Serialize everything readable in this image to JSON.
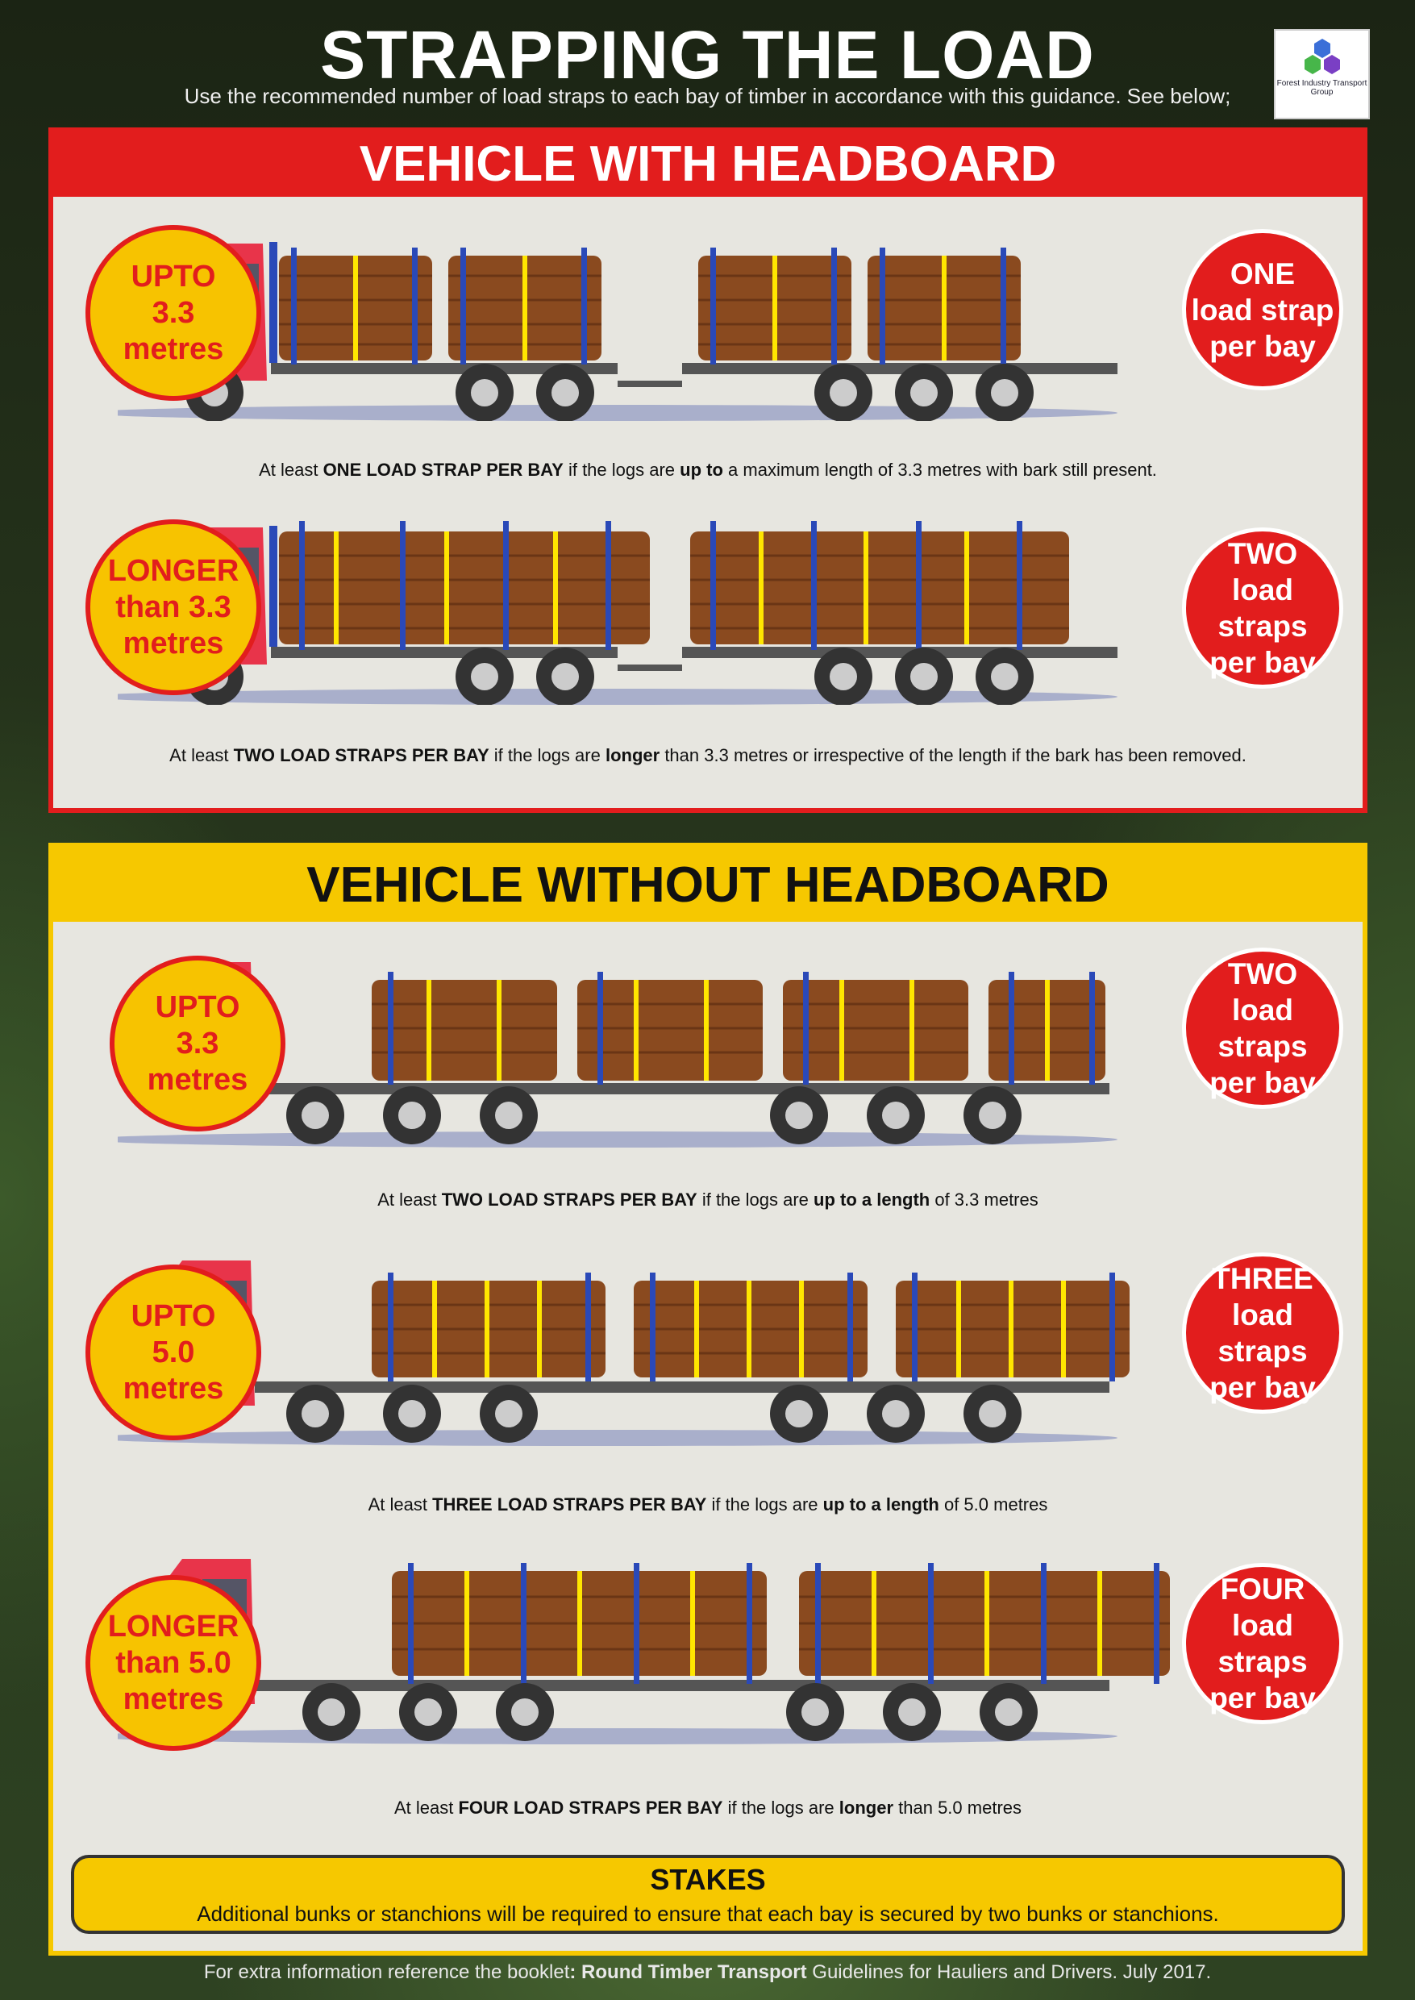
{
  "title": "STRAPPING THE LOAD",
  "subtitle": "Use the recommended number of load straps to each bay of timber in accordance with this guidance. See below;",
  "logo": {
    "text": "Forest Industry Transport Group"
  },
  "section_headboard": {
    "heading": "VEHICLE WITH HEADBOARD",
    "rows": [
      {
        "left": [
          "UPTO",
          "3.3",
          "metres"
        ],
        "right": [
          "ONE",
          "load strap",
          "per bay"
        ],
        "caption_pre": "At least ",
        "caption_b1": "ONE LOAD STRAP PER BAY",
        "caption_mid": " if the logs are ",
        "caption_b2": "up to",
        "caption_post": " a maximum  length of 3.3 metres with bark still present."
      },
      {
        "left": [
          "LONGER",
          "than 3.3",
          "metres"
        ],
        "right": [
          "TWO",
          "load straps",
          "per bay"
        ],
        "caption_pre": "At least ",
        "caption_b1": "TWO LOAD STRAPS PER BAY",
        "caption_mid": " if the logs are ",
        "caption_b2": "longer",
        "caption_post": " than 3.3 metres or irrespective of the length if the bark has been removed."
      }
    ]
  },
  "section_no_headboard": {
    "heading": "VEHICLE WITHOUT HEADBOARD",
    "rows": [
      {
        "left": [
          "UPTO",
          "3.3",
          "metres"
        ],
        "right": [
          "TWO",
          "load straps",
          "per bay"
        ],
        "caption_pre": "At least ",
        "caption_b1": "TWO LOAD STRAPS PER BAY",
        "caption_mid": " if the logs are ",
        "caption_b2": "up to a length",
        "caption_post": " of 3.3 metres"
      },
      {
        "left": [
          "UPTO",
          "5.0",
          "metres"
        ],
        "right": [
          "THREE",
          "load straps",
          "per bay"
        ],
        "caption_pre": "At least ",
        "caption_b1": "THREE LOAD STRAPS PER BAY",
        "caption_mid": " if the logs are ",
        "caption_b2": "up to a length",
        "caption_post": " of 5.0 metres"
      },
      {
        "left": [
          "LONGER",
          "than 5.0",
          "metres"
        ],
        "right": [
          "FOUR",
          "load straps",
          "per bay"
        ],
        "caption_pre": "At least ",
        "caption_b1": "FOUR LOAD STRAPS PER BAY",
        "caption_mid": " if the logs are ",
        "caption_b2": "longer",
        "caption_post": " than 5.0 metres"
      }
    ]
  },
  "stakes": {
    "title": "STAKES",
    "text": "Additional bunks or stanchions will be required to ensure that each bay is secured by two bunks or stanchions."
  },
  "footer": {
    "pre": "For extra information reference the booklet",
    "bold": ": Round Timber Transport",
    "post": " Guidelines for Hauliers and Drivers. July 2017."
  },
  "colors": {
    "red": "#e21d1d",
    "yellow": "#f6c800",
    "strap_yellow": "#ffe600",
    "stanchion_blue": "#2a49b8",
    "log_brown": "#8a4a1f",
    "trailer_grey": "#555555"
  }
}
